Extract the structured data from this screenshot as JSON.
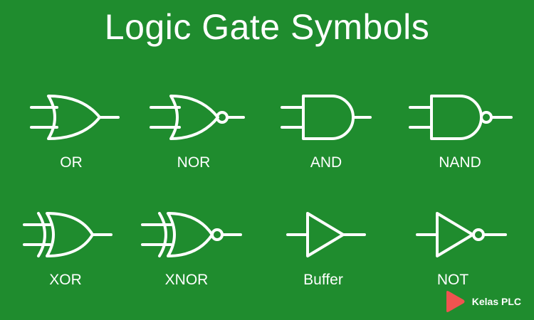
{
  "title": "Logic Gate Symbols",
  "gates": [
    {
      "label": "OR"
    },
    {
      "label": "NOR"
    },
    {
      "label": "AND"
    },
    {
      "label": "NAND"
    },
    {
      "label": "XOR"
    },
    {
      "label": "XNOR"
    },
    {
      "label": "Buffer"
    },
    {
      "label": "NOT"
    }
  ],
  "brand": {
    "text": "Kelas PLC",
    "logo_icon": "play-icon",
    "logo_color": "#ef5350"
  },
  "colors": {
    "background": "#1f8c2e",
    "foreground": "#ffffff"
  }
}
